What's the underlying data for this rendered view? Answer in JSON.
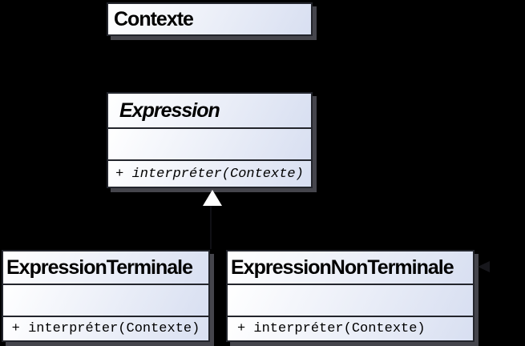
{
  "diagram": {
    "type": "uml-class-diagram",
    "background_color": "#000000",
    "box_fill_start": "#ffffff",
    "box_fill_end": "#d8dff1",
    "box_border_color": "#23252c",
    "box_shadow_color": "#45454c",
    "generalization_arrow_color": "#ffffff",
    "text_color": "#000000",
    "classes": [
      {
        "name": "Contexte",
        "abstract": false,
        "attributes": [],
        "methods": []
      },
      {
        "name": "Expression",
        "abstract": true,
        "attributes": [],
        "methods": [
          "+ interpréter(Contexte)"
        ]
      },
      {
        "name": "ExpressionTerminale",
        "abstract": false,
        "attributes": [],
        "methods": [
          "+ interpréter(Contexte)"
        ]
      },
      {
        "name": "ExpressionNonTerminale",
        "abstract": false,
        "attributes": [],
        "methods": [
          "+ interpréter(Contexte)"
        ]
      }
    ],
    "relations": [
      {
        "type": "generalization",
        "from": "ExpressionTerminale, ExpressionNonTerminale",
        "to": "Expression",
        "symbol": "hollow-triangle-up"
      }
    ]
  }
}
